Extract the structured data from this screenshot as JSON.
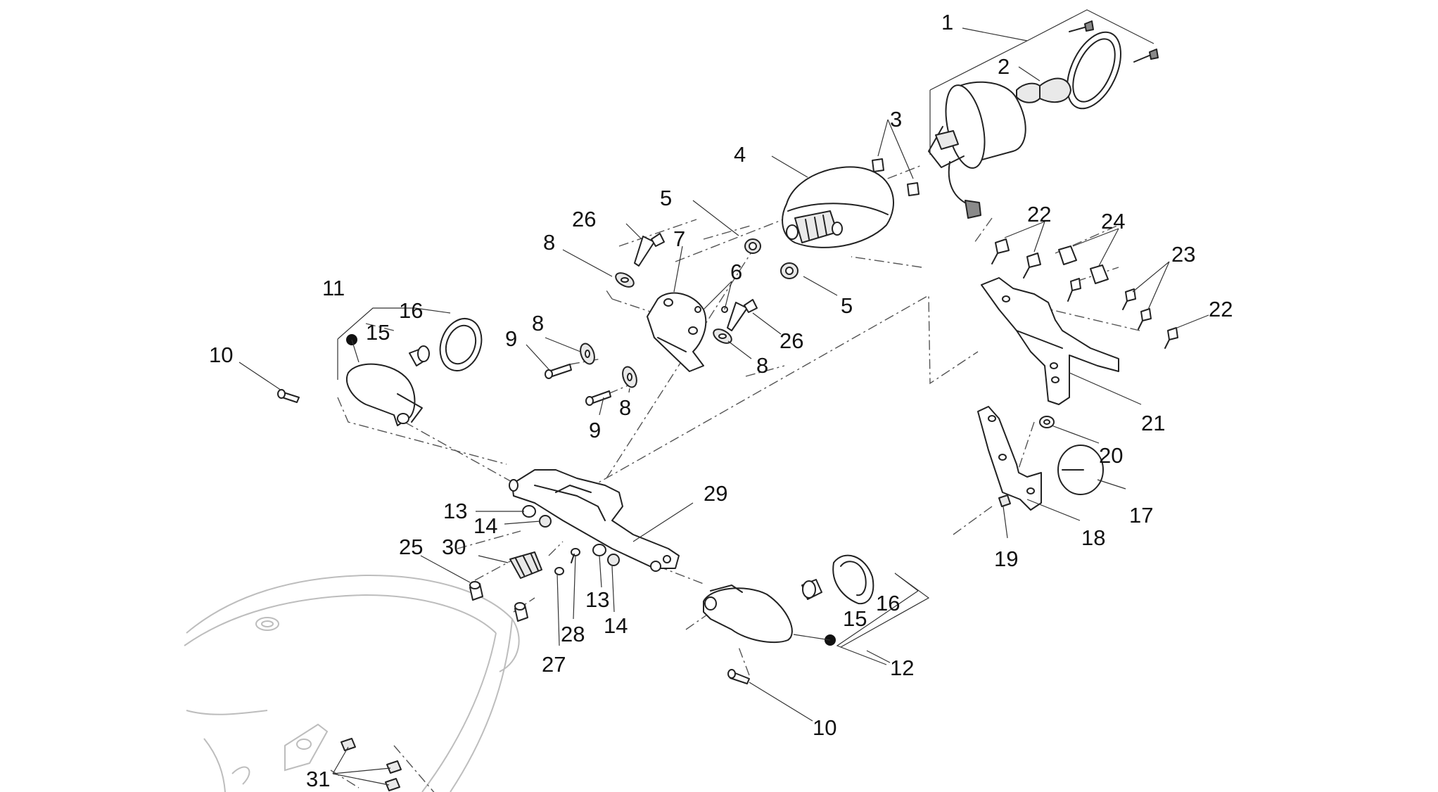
{
  "diagram": {
    "callouts": [
      "1",
      "2",
      "3",
      "4",
      "5",
      "5",
      "26",
      "8",
      "7",
      "6",
      "11",
      "16",
      "15",
      "9",
      "8",
      "26",
      "10",
      "9",
      "8",
      "8",
      "22",
      "24",
      "23",
      "22",
      "21",
      "20",
      "17",
      "18",
      "19",
      "13",
      "29",
      "14",
      "25",
      "30",
      "13",
      "14",
      "16",
      "15",
      "28",
      "27",
      "12",
      "10",
      "31"
    ]
  }
}
